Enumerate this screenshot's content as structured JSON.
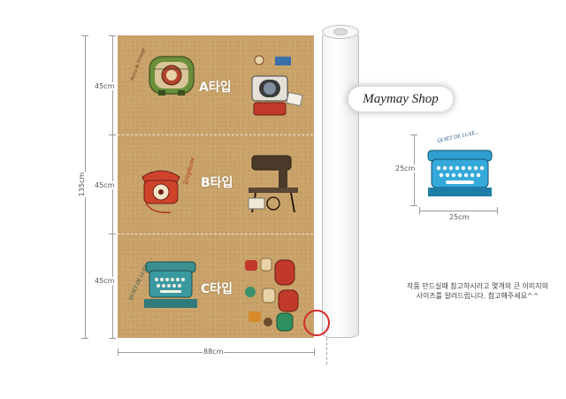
{
  "dimensions": {
    "total_height": "135cm",
    "section_height_a": "45cm",
    "section_height_b": "45cm",
    "section_height_c": "45cm",
    "width": "88cm",
    "sample_height": "25cm",
    "sample_width": "25cm"
  },
  "sections": [
    {
      "label": "A타입"
    },
    {
      "label": "B타입"
    },
    {
      "label": "C타입"
    }
  ],
  "shop": {
    "name": "Maymay Shop"
  },
  "artwork_text": {
    "radio_label": "Retro & Vintage",
    "telephone_label": "Telephone",
    "typewriter_label": "QUIET DE LUXE",
    "sample_typewriter_label": "QUIET DE LUXE..."
  },
  "note": {
    "line1": "작품 만드실때 참고하시라고 몇개의 큰 이미지의",
    "line2": "사이즈를 알려드립니다. 참고해주세요^^"
  },
  "colors": {
    "fabric": "#c9a36a",
    "highlight_circle": "#d62a2a",
    "typewriter_blue": "#2f9fd0"
  }
}
